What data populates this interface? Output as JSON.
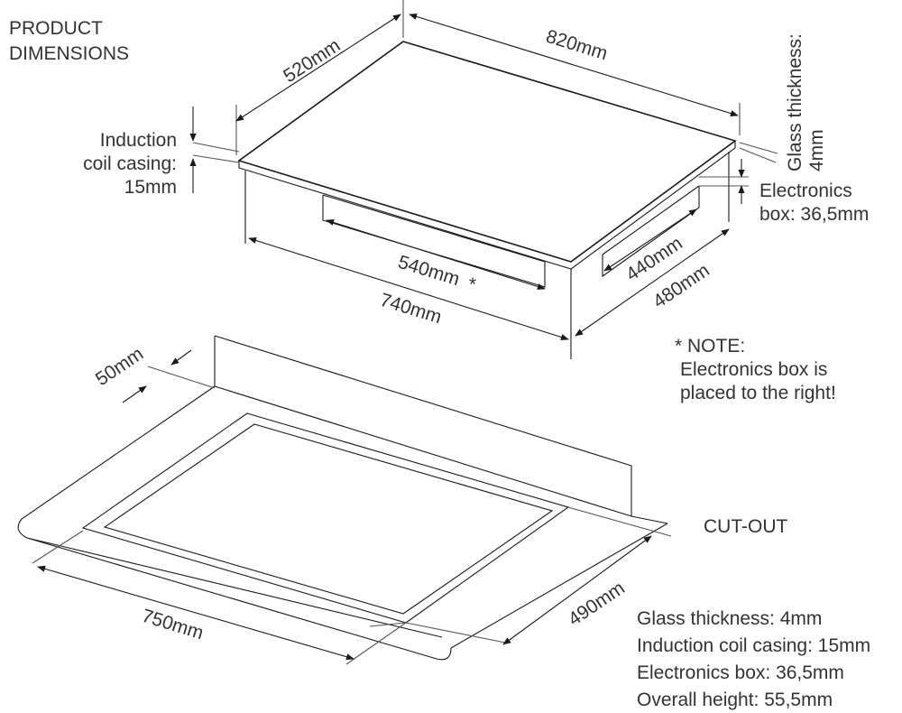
{
  "title": {
    "line1": "PRODUCT",
    "line2": "DIMENSIONS"
  },
  "hob": {
    "depth": "520mm",
    "width": "820mm",
    "glass_thickness_line1": "Glass thickness:",
    "glass_thickness_line2": "4mm",
    "coil_line1": "Induction",
    "coil_line2": "coil casing:",
    "coil_line3": "15mm",
    "electronics_line1": "Electronics",
    "electronics_line2": "box: 36,5mm",
    "box_length": "540mm",
    "box_asterisk": "*",
    "bottom_width": "740mm",
    "inner_depth": "440mm",
    "bottom_depth": "480mm"
  },
  "note": {
    "line1": "* NOTE:",
    "line2": "Electronics box is",
    "line3": "placed to the right!"
  },
  "cutout": {
    "label": "CUT-OUT",
    "margin": "50mm",
    "width": "750mm",
    "depth": "490mm"
  },
  "specs": [
    "Glass thickness: 4mm",
    "Induction coil casing: 15mm",
    "Electronics box: 36,5mm",
    "Overall height: 55,5mm"
  ]
}
